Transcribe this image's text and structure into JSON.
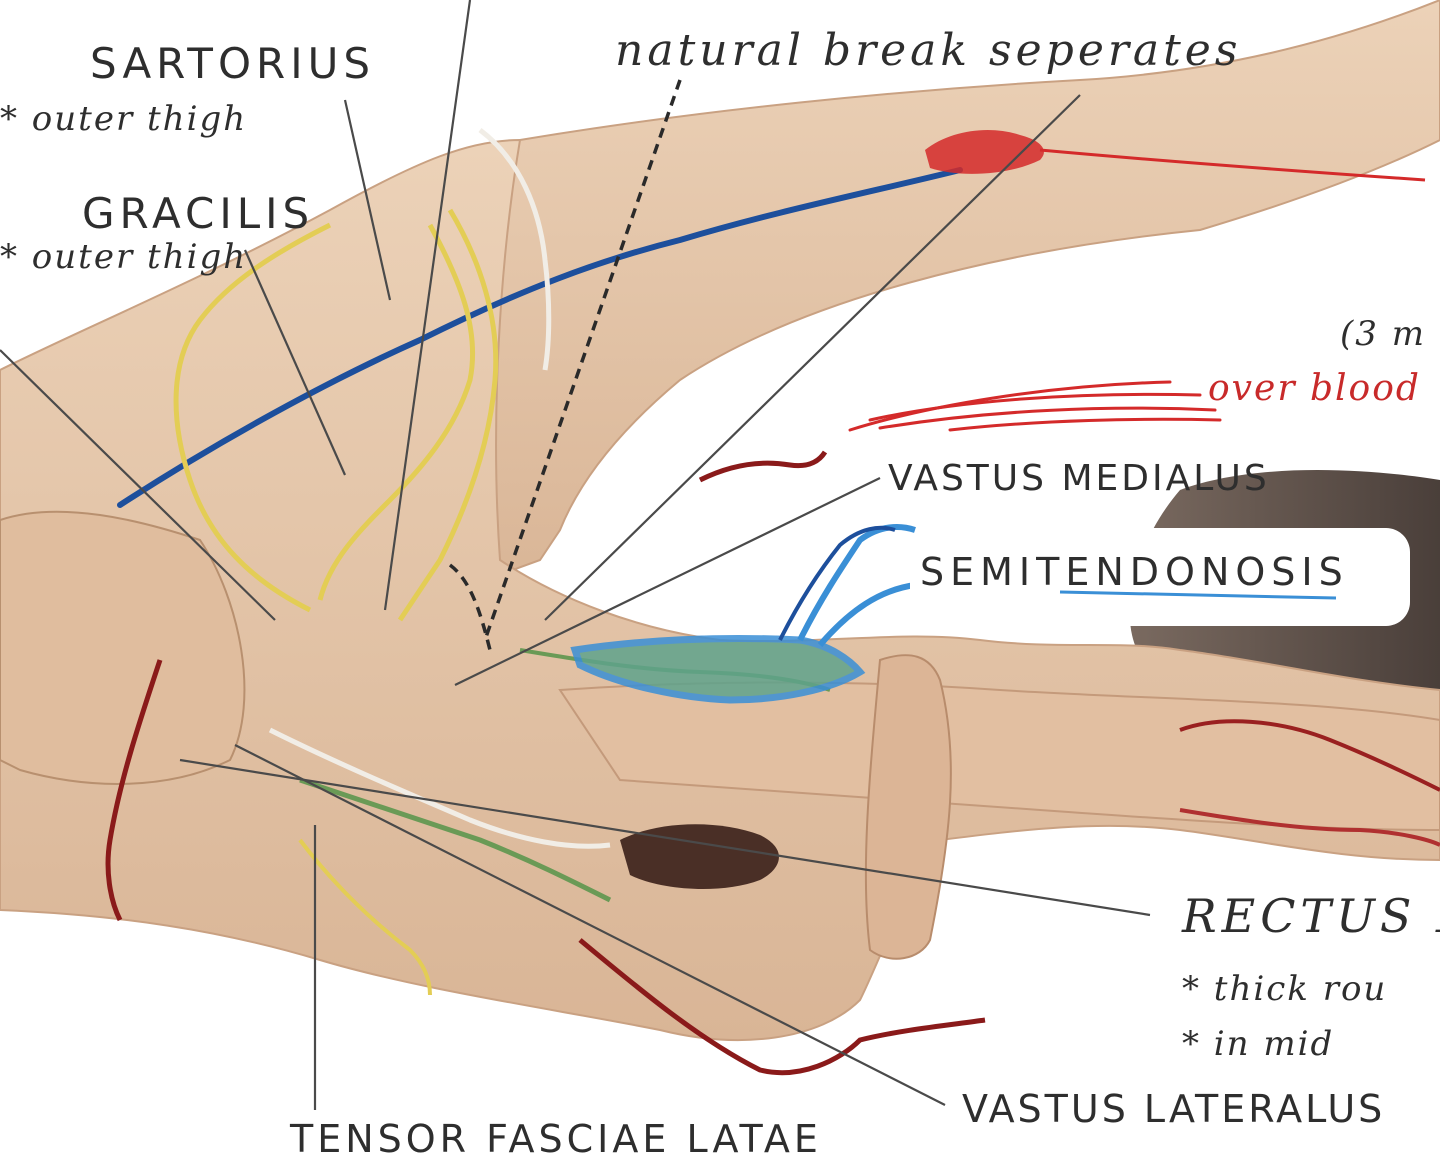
{
  "labels": {
    "sartorius": "SARTORIUS",
    "sartorius_note": "* outer thigh",
    "gracilis": "GRACILIS",
    "gracilis_note": "* outer thigh",
    "natural_break": "natural break seperates",
    "note_3m": "(3 m",
    "over_blood": "over blood",
    "vastus_medialus": "VASTUS MEDIALUS",
    "semitendonosis": "SEMITENDONOSIS",
    "rectus": "RECTUS F",
    "rectus_note_1": "* thick rou",
    "rectus_note_2": "* in mid",
    "vastus_lateralus": "VASTUS LATERALUS",
    "tensor": "TENSOR FASCIAE LATAE"
  },
  "colors": {
    "background": "#ffffff",
    "muscle": "#e6c6a8",
    "muscle_dark": "#c9a182",
    "fur": "#5e5049",
    "ink": "#2e2e2e",
    "highlight_red": "#d42a2a",
    "highlight_blue": "#3a8fd6",
    "label_box": "#ffffff",
    "vein_blue": "#1d4f9c",
    "nerve_yellow": "#e3cd55",
    "wire_white": "#f1ede6",
    "wire_green": "#6a9a56",
    "wire_red": "#8a1a1a"
  }
}
